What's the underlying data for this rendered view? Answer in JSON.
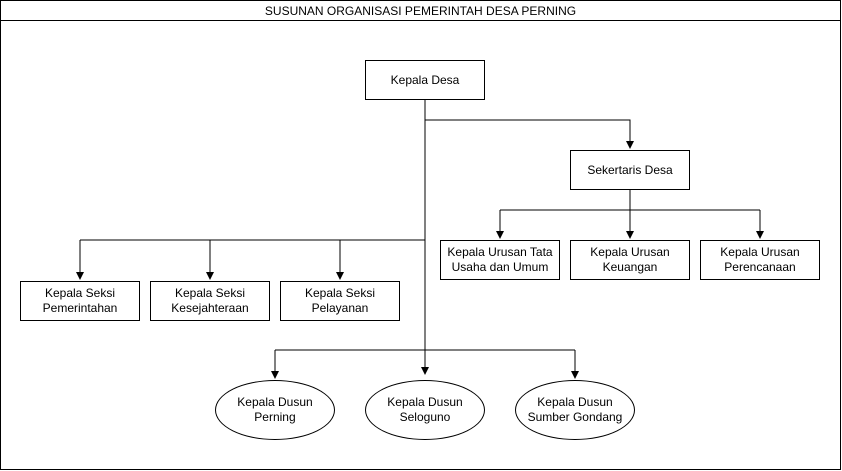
{
  "title": "SUSUNAN ORGANISASI PEMERINTAH DESA PERNING",
  "nodes": {
    "kepala_desa": "Kepala Desa",
    "sekertaris_desa": "Sekertaris Desa",
    "urusan_tata_usaha": "Kepala Urusan Tata\nUsaha dan Umum",
    "urusan_keuangan": "Kepala Urusan\nKeuangan",
    "urusan_perencanaan": "Kepala Urusan\nPerencanaan",
    "seksi_pemerintahan": "Kepala Seksi\nPemerintahan",
    "seksi_kesejahteraan": "Kepala Seksi\nKesejahteraan",
    "seksi_pelayanan": "Kepala Seksi\nPelayanan",
    "dusun_perning": "Kepala Dusun\nPerning",
    "dusun_seloguno": "Kepala Dusun\nSeloguno",
    "dusun_sumber_gondang": "Kepala Dusun\nSumber Gondang"
  },
  "colors": {
    "line": "#000000",
    "fill": "#ffffff"
  }
}
